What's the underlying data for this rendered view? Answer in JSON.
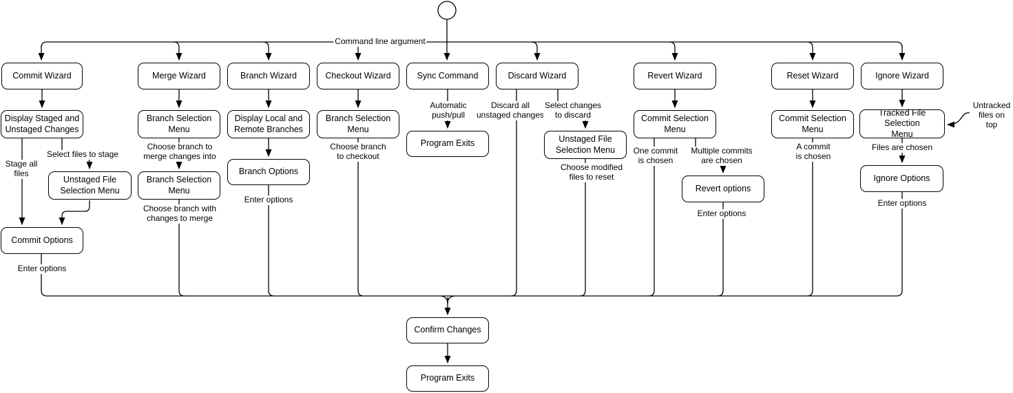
{
  "colors": {
    "stroke": "#000000",
    "background": "#ffffff",
    "node_fill": "#ffffff"
  },
  "nodes": {
    "commit_wizard": {
      "label": "Commit Wizard"
    },
    "display_staged": {
      "label": "Display Staged and\nUnstaged Changes"
    },
    "unstaged_file_selection_commit": {
      "label": "Unstaged File\nSelection Menu"
    },
    "commit_options": {
      "label": "Commit Options"
    },
    "merge_wizard": {
      "label": "Merge Wizard"
    },
    "branch_selection_merge_1": {
      "label": "Branch Selection\nMenu"
    },
    "branch_selection_merge_2": {
      "label": "Branch Selection\nMenu"
    },
    "branch_wizard": {
      "label": "Branch Wizard"
    },
    "display_local_remote": {
      "label": "Display Local and\nRemote Branches"
    },
    "branch_options": {
      "label": "Branch Options"
    },
    "checkout_wizard": {
      "label": "Checkout Wizard"
    },
    "branch_selection_checkout": {
      "label": "Branch Selection\nMenu"
    },
    "sync_command": {
      "label": "Sync Command"
    },
    "program_exits_sync": {
      "label": "Program Exits"
    },
    "discard_wizard": {
      "label": "Discard Wizard"
    },
    "unstaged_file_selection_discard": {
      "label": "Unstaged File\nSelection Menu"
    },
    "revert_wizard": {
      "label": "Revert Wizard"
    },
    "commit_selection_revert": {
      "label": "Commit Selection\nMenu"
    },
    "revert_options": {
      "label": "Revert options"
    },
    "reset_wizard": {
      "label": "Reset Wizard"
    },
    "commit_selection_reset": {
      "label": "Commit Selection\nMenu"
    },
    "ignore_wizard": {
      "label": "Ignore Wizard"
    },
    "tracked_file_selection": {
      "label": "Tracked File Selection\nMenu"
    },
    "ignore_options": {
      "label": "Ignore Options"
    },
    "confirm_changes": {
      "label": "Confirm Changes"
    },
    "program_exits_final": {
      "label": "Program Exits"
    }
  },
  "edge_labels": {
    "command_line_argument": "Command line argument",
    "stage_all_files": "Stage all\nfiles",
    "select_files_to_stage": "Select files to stage",
    "enter_options_commit": "Enter options",
    "choose_branch_merge_into": "Choose branch to\nmerge changes into",
    "choose_branch_with_changes": "Choose branch with\nchanges to merge",
    "enter_options_branch": "Enter options",
    "choose_branch_checkout": "Choose branch\nto checkout",
    "automatic_push_pull": "Automatic\npush/pull",
    "discard_all_unstaged": "Discard all\nunstaged changes",
    "select_changes_to_discard": "Select changes\nto discard",
    "choose_modified_files": "Choose modified\nfiles to reset",
    "one_commit_is_chosen": "One commit\nis chosen",
    "multiple_commits_are_chosen": "Multiple commits\nare chosen",
    "enter_options_revert": "Enter options",
    "a_commit_is_chosen": "A commit\nis chosen",
    "files_are_chosen": "Files are chosen",
    "enter_options_ignore": "Enter options",
    "untracked_files_on_top": "Untracked\nfiles on top"
  }
}
